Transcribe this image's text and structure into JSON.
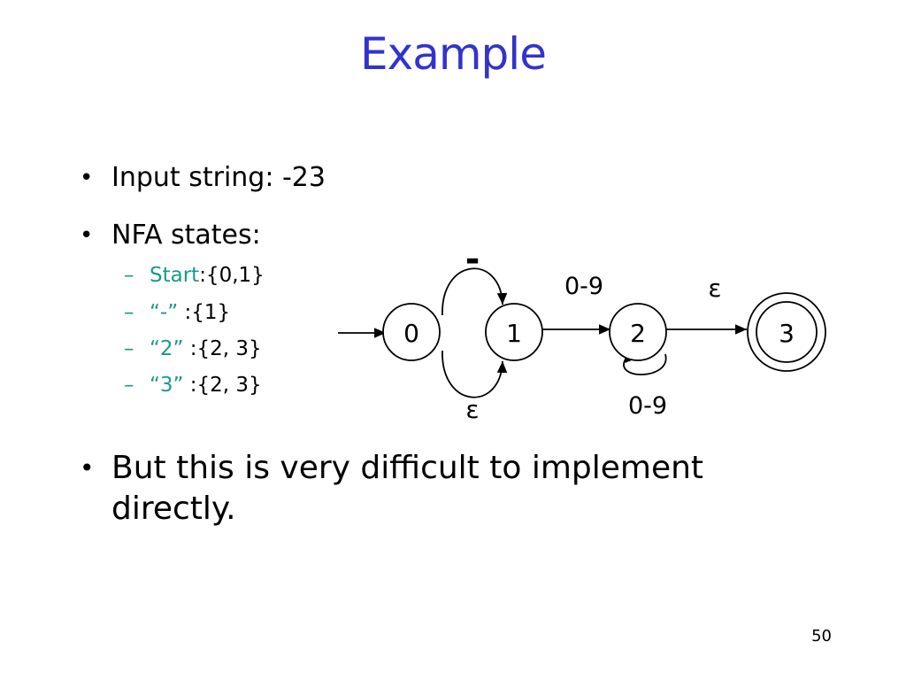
{
  "slide": {
    "title": "Example",
    "bullets": [
      {
        "text": "Input string: -23"
      },
      {
        "text": "NFA states:"
      }
    ],
    "sub_bullets": [
      {
        "label": "Start",
        "value": ":{0,1}"
      },
      {
        "label": "“-”",
        "value": " :{1}"
      },
      {
        "label": "“2”",
        "value": " :{2, 3}"
      },
      {
        "label": "“3”",
        "value": " :{2, 3}"
      }
    ],
    "closing_bullet": "But this is very difficult to implement directly.",
    "page_number": "50"
  },
  "colors": {
    "title": "#3333cc",
    "sub_label": "#1a9a86"
  },
  "diagram": {
    "states": [
      {
        "id": "0",
        "label": "0",
        "accepting": false
      },
      {
        "id": "1",
        "label": "1",
        "accepting": false
      },
      {
        "id": "2",
        "label": "2",
        "accepting": false
      },
      {
        "id": "3",
        "label": "3",
        "accepting": true
      }
    ],
    "transitions": [
      {
        "from": "start",
        "to": "0",
        "label": ""
      },
      {
        "from": "0",
        "to": "1",
        "label": "-",
        "kind": "arc-over"
      },
      {
        "from": "0",
        "to": "1",
        "label": "ε",
        "kind": "arc-under"
      },
      {
        "from": "1",
        "to": "2",
        "label": "0-9"
      },
      {
        "from": "2",
        "to": "2",
        "label": "0-9",
        "kind": "self-loop"
      },
      {
        "from": "2",
        "to": "3",
        "label": "ε"
      }
    ]
  }
}
